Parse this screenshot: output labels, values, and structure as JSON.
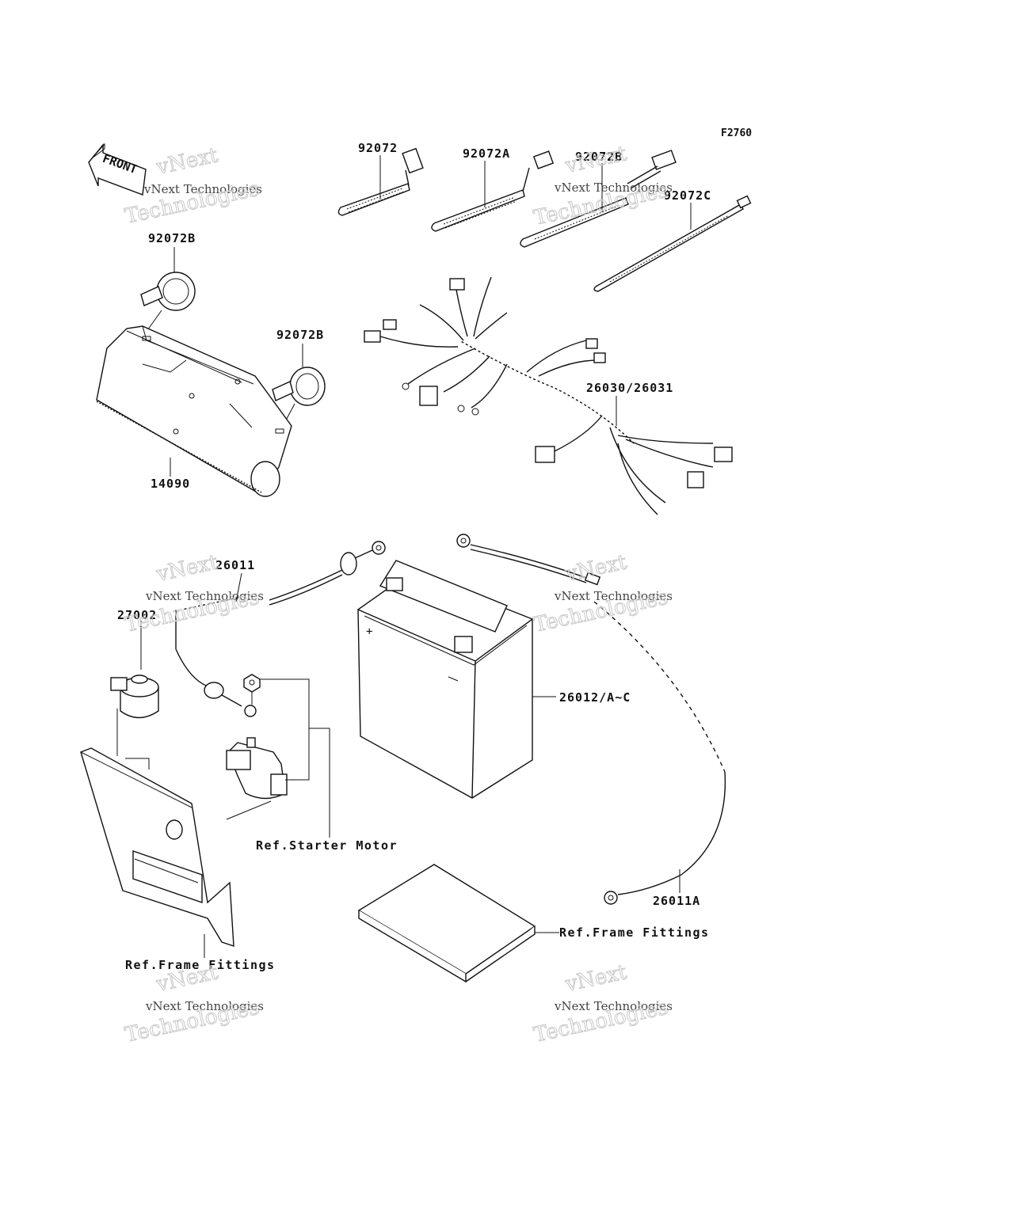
{
  "figure_code": "F2760",
  "front_arrow_text": "FRONT",
  "labels": {
    "tie_92072": "92072",
    "tie_92072A": "92072A",
    "tie_92072B_top": "92072B",
    "tie_92072C": "92072C",
    "tie_92072B_left_top": "92072B",
    "tie_92072B_left_mid": "92072B",
    "cover_14090": "14090",
    "harness_26030": "26030/26031",
    "cable_26011": "26011",
    "relay_27002": "27002",
    "battery_26012": "26012/A~C",
    "cable_26011A": "26011A",
    "ref_starter_motor": "Ref.Starter Motor",
    "ref_frame_fittings_right": "Ref.Frame Fittings",
    "ref_frame_fittings_left": "Ref.Frame Fittings"
  },
  "watermark": {
    "line1": "vNext",
    "line2": "vNext Technologies",
    "line3": "Technologies"
  }
}
